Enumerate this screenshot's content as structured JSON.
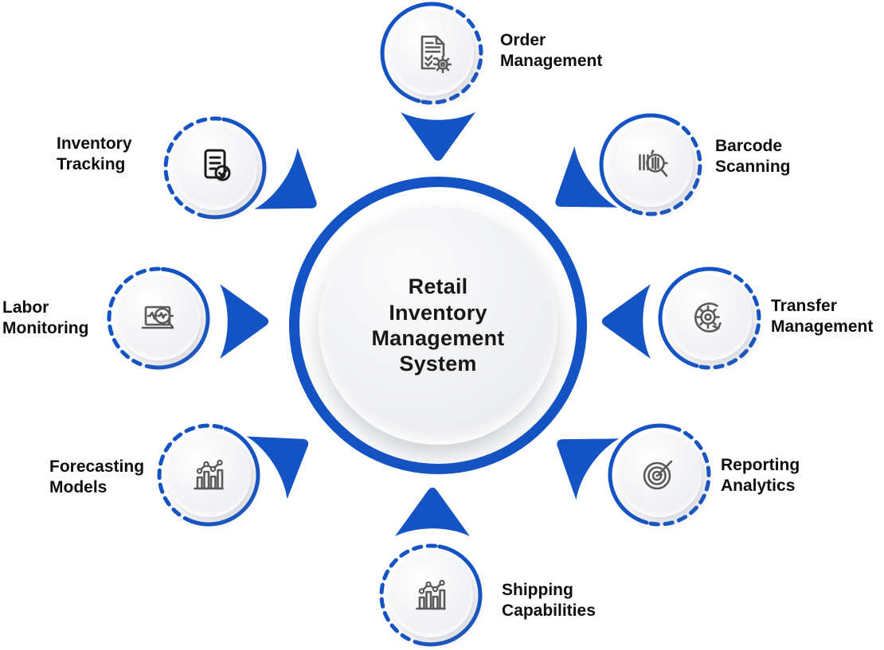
{
  "diagram": {
    "background_color": "#ffffff",
    "accent_blue": "#1453c4",
    "icon_gray": "#5a5a5a",
    "icon_dark": "#1b1b1b",
    "label_color": "#0e0e0e",
    "center": {
      "title": "Retail\nInventory\nManagement\nSystem"
    },
    "nodes": [
      {
        "id": "order-management",
        "label": "Order\nManagement",
        "icon": "checklist-gear-icon",
        "position": "top"
      },
      {
        "id": "barcode-scanning",
        "label": "Barcode\nScanning",
        "icon": "barcode-magnifier-icon",
        "position": "top-right"
      },
      {
        "id": "transfer-management",
        "label": "Transfer\nManagement",
        "icon": "gear-sync-arrow-icon",
        "position": "right"
      },
      {
        "id": "reporting-analytics",
        "label": "Reporting\nAnalytics",
        "icon": "target-dart-icon",
        "position": "bottom-right"
      },
      {
        "id": "shipping-capabilities",
        "label": "Shipping\nCapabilities",
        "icon": "bar-chart-trend-icon",
        "position": "bottom"
      },
      {
        "id": "forecasting-models",
        "label": "Forecasting\nModels",
        "icon": "bar-chart-trend-icon",
        "position": "bottom-left"
      },
      {
        "id": "labor-monitoring",
        "label": "Labor\nMonitoring",
        "icon": "laptop-pulse-magnifier-icon",
        "position": "left"
      },
      {
        "id": "inventory-tracking",
        "label": "Inventory\nTracking",
        "icon": "document-check-icon",
        "position": "top-left"
      }
    ]
  }
}
